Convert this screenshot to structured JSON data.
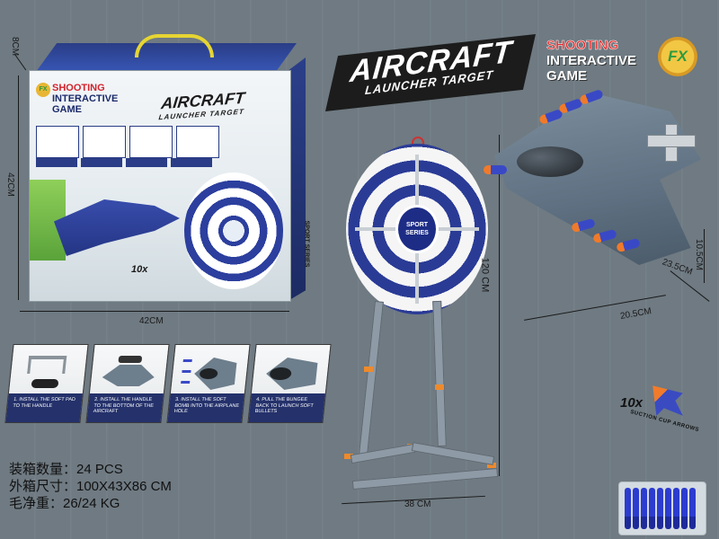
{
  "box": {
    "shooting_line1": "SHOOTING",
    "shooting_line2": "INTERACTIVE",
    "shooting_line3": "GAME",
    "title": "AIRCRAFT",
    "subtitle": "LAUNCHER TARGET",
    "logo": "FX",
    "badge_count": "10x",
    "side_text": "SPORT SERIES"
  },
  "box_dimensions": {
    "depth": "8CM",
    "height": "42CM",
    "width": "42CM"
  },
  "steps": [
    {
      "text": "1. INSTALL THE SOFT PAD TO THE HANDLE"
    },
    {
      "text": "2. INSTALL THE HANDLE TO THE BOTTOM OF THE AIRCRAFT"
    },
    {
      "text": "3. INSTALL THE SOFT BOMB INTO THE AIRPLANE HOLE"
    },
    {
      "text": "4. PULL THE BUNGEE BACK TO LAUNCH SOFT BULLETS"
    }
  ],
  "main": {
    "title": "AIRCRAFT",
    "subtitle": "LAUNCHER TARGET",
    "shooting_line1": "SHOOTING",
    "shooting_line2": "INTERACTIVE",
    "shooting_line3": "GAME",
    "logo": "FX"
  },
  "target": {
    "center_line1": "SPORT",
    "center_line2": "SERIES",
    "height_dim": "120 CM",
    "base_dim": "38 CM"
  },
  "plane_dimensions": {
    "height": "10.5CM",
    "width": "23.5CM",
    "length": "20.5CM"
  },
  "specs": {
    "qty": "装箱数量：24 PCS",
    "carton": "外箱尺寸：100X43X86 CM",
    "weight": "毛净重：26/24 KG"
  },
  "badge": {
    "count": "10x",
    "sub": "SUCTION CUP ARROWS"
  },
  "colors": {
    "background": "#6f7a82",
    "brand_blue": "#2a3d86",
    "target_red": "#e03a33",
    "accent_orange": "#f07a2a"
  }
}
